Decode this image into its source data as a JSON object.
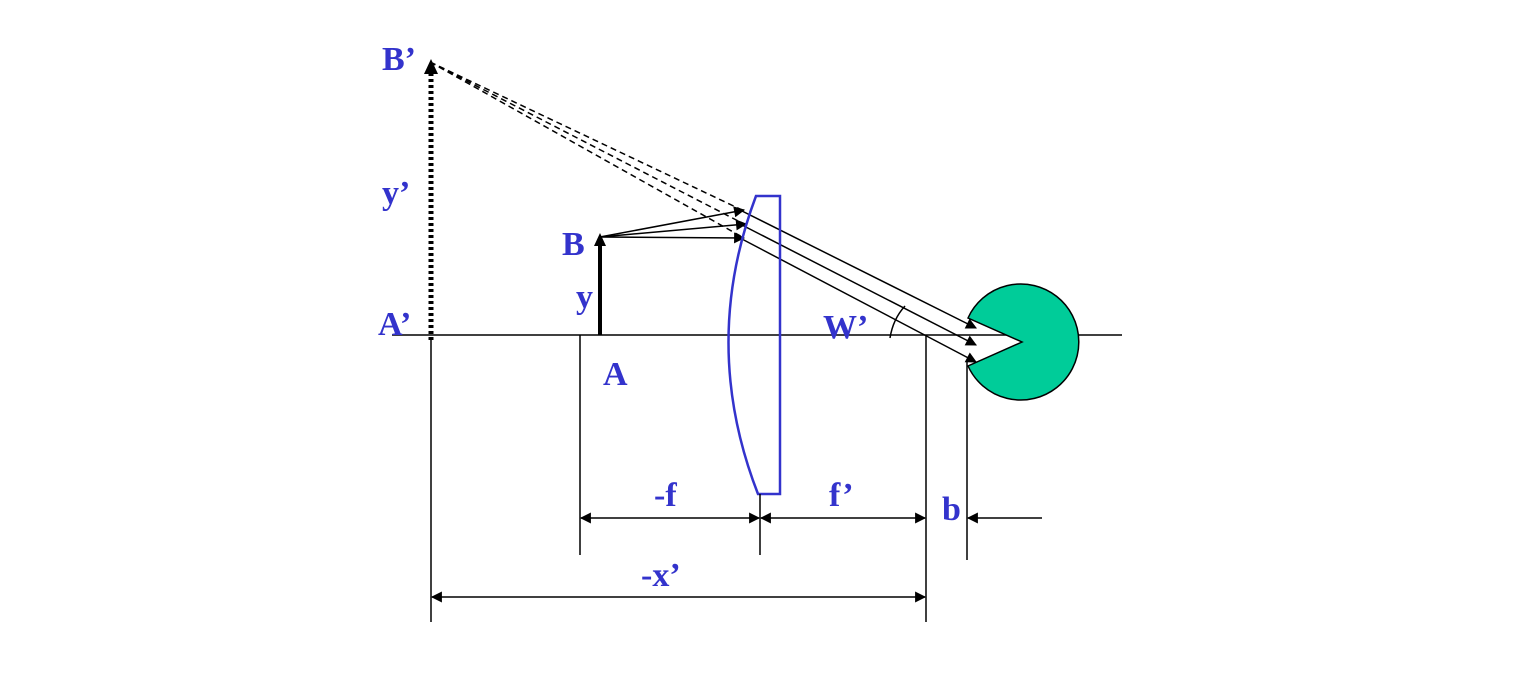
{
  "colors": {
    "label": "#3333cc",
    "lens": "#3333cc",
    "eye": "#00cc99",
    "line": "#000000",
    "background": "#ffffff"
  },
  "labels": {
    "b_prime": "B’",
    "y_prime": "y’",
    "a_prime": "A’",
    "b": "B",
    "y": "y",
    "a": "A",
    "w_prime": "W’",
    "minus_f": "-f",
    "f_prime": "f’",
    "b_small": "b",
    "minus_x_prime": "-x’"
  }
}
